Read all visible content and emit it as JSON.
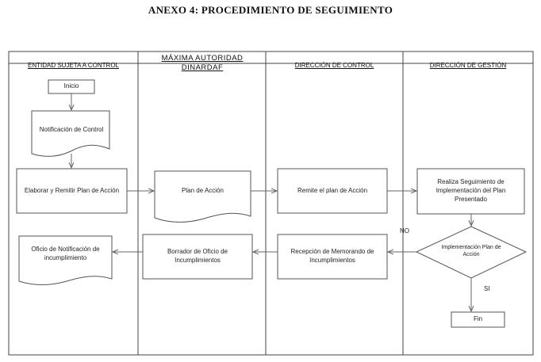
{
  "title": "ANEXO 4: PROCEDIMIENTO DE SEGUIMIENTO",
  "lanes": [
    {
      "label": "ENTIDAD SUJETA A CONTROL"
    },
    {
      "label": "MÁXIMA AUTORIDAD DINARDAF"
    },
    {
      "label": "DIRECCIÓN DE CONTROL"
    },
    {
      "label": "DIRECCIÓN DE GESTIÓN"
    }
  ],
  "nodes": {
    "inicio": "Inicio",
    "notificacion": "Notificación de Control",
    "elaborar": "Elaborar y Remitir Plan de Acción",
    "plan_accion": "Plan de Acción",
    "remite": "Remite el plan de Acción",
    "seguimiento": "Realiza Seguimiento de Implementación del Plan Presentado",
    "decision": "Implementación Plan de Acción",
    "recepcion": "Recepción de Memorando de Incumplimientos",
    "borrador": "Borrador de Oficio de Incumplimientos",
    "oficio": "Oficio de Notificación de incumplimiento",
    "fin": "Fin"
  },
  "edge_labels": {
    "no": "NO",
    "si": "SI"
  }
}
